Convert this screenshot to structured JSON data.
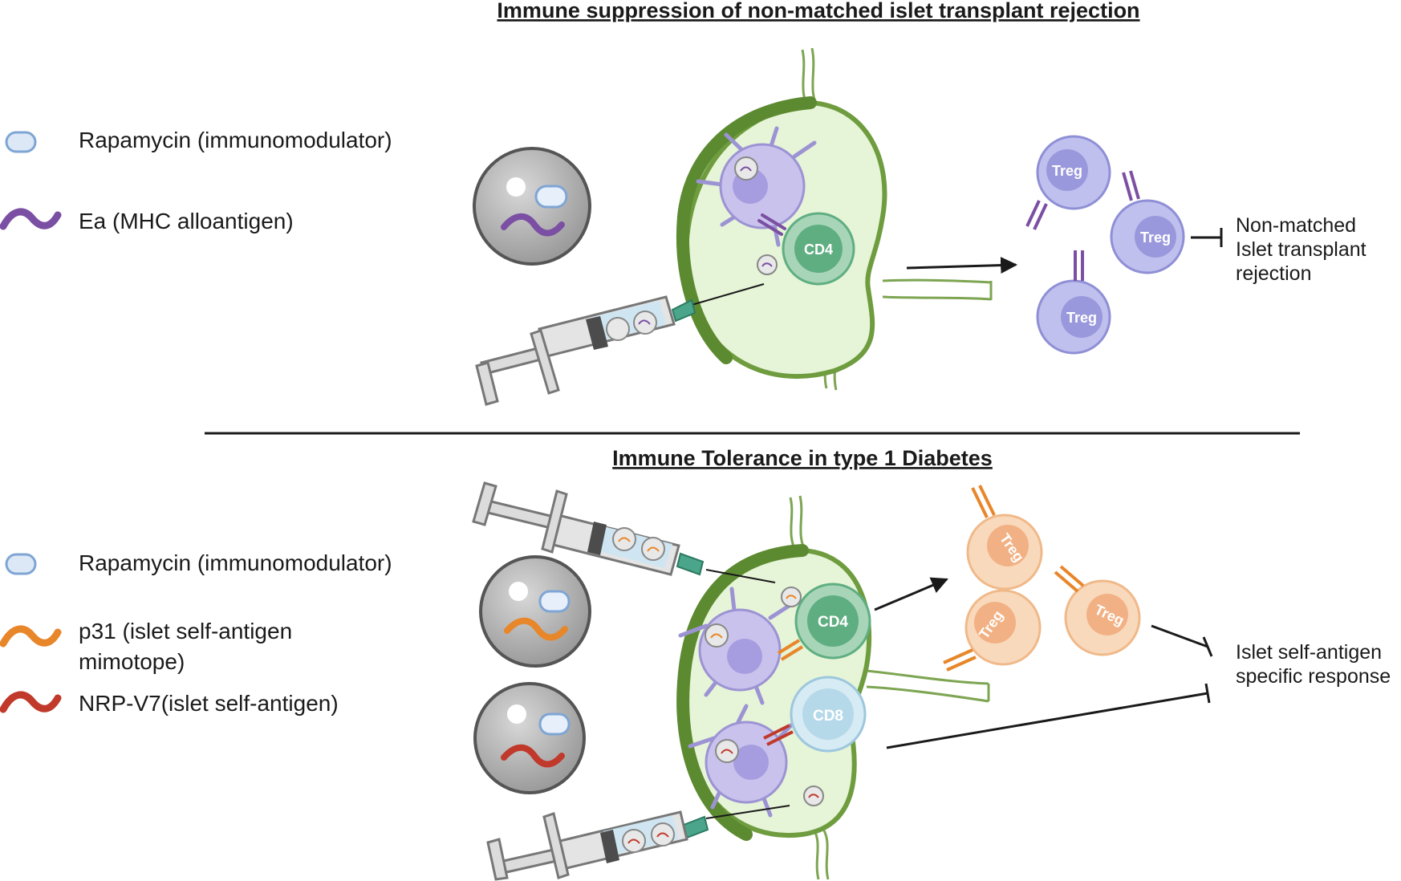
{
  "panels": {
    "top": {
      "title": "Immune suppression of non-matched islet transplant rejection",
      "legend": [
        {
          "label": "Rapamycin (immunomodulator)",
          "icon": "capsule-icon",
          "color": "#a9c4e4"
        },
        {
          "label": "Ea (MHC alloantigen)",
          "icon": "wave-icon",
          "color": "#7b4fa3"
        }
      ],
      "node_cell": "CD4",
      "treg_label": "Treg",
      "outcome": [
        "Non-matched",
        "Islet transplant",
        "rejection"
      ]
    },
    "bottom": {
      "title": "Immune Tolerance in type 1 Diabetes",
      "legend": [
        {
          "label": "Rapamycin (immunomodulator)",
          "icon": "capsule-icon",
          "color": "#a9c4e4"
        },
        {
          "label": [
            "p31 (islet self-antigen",
            "mimotope)"
          ],
          "icon": "wave-icon",
          "color": "#e8862a"
        },
        {
          "label": "NRP-V7(islet self-antigen)",
          "icon": "wave-icon",
          "color": "#c0392b"
        }
      ],
      "node_cells": [
        "CD4",
        "CD8"
      ],
      "treg_label": "Treg",
      "outcome": [
        "Islet self-antigen",
        "specific response"
      ]
    }
  },
  "colors": {
    "node_fill": "#e6f4d7",
    "node_rim": "#6e9c3e",
    "dc": "#c9c2ec",
    "cd4": "#5fae82",
    "cd8": "#b6d9ea",
    "treg_purple": "#9a98dc",
    "treg_orange": "#f6c9a0",
    "particle": "#a8a8a8"
  }
}
